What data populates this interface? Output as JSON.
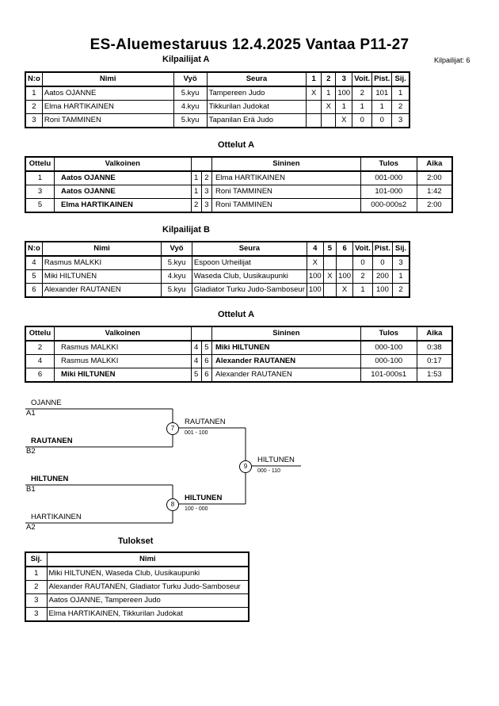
{
  "header": {
    "title": "ES-Aluemestaruus  12.4.2025  Vantaa   P11-27",
    "count": "Kilpailijat: 6"
  },
  "pool_a": {
    "title": "Kilpailijat A",
    "headers": [
      "N:o",
      "Nimi",
      "Vyö",
      "Seura",
      "1",
      "2",
      "3",
      "Voit.",
      "Pist.",
      "Sij."
    ],
    "rows": [
      [
        "1",
        "Aatos OJANNE",
        "5.kyu",
        "Tampereen Judo",
        "X",
        "1",
        "100",
        "2",
        "101",
        "1"
      ],
      [
        "2",
        "Elma HARTIKAINEN",
        "4.kyu",
        "Tikkurilan Judokat",
        "",
        "X",
        "1",
        "1",
        "1",
        "2"
      ],
      [
        "3",
        "Roni TAMMINEN",
        "5.kyu",
        "Tapanilan Erä Judo",
        "",
        "",
        "X",
        "0",
        "0",
        "3"
      ]
    ]
  },
  "matches_a": {
    "title": "Ottelut A",
    "headers": [
      "Ottelu",
      "Valkoinen",
      "Sininen",
      "Tulos",
      "Aika"
    ],
    "rows": [
      [
        "1",
        "Aatos OJANNE",
        "1",
        "2",
        "Elma HARTIKAINEN",
        "001-000",
        "2:00"
      ],
      [
        "3",
        "Aatos OJANNE",
        "1",
        "3",
        "Roni TAMMINEN",
        "101-000",
        "1:42"
      ],
      [
        "5",
        "Elma HARTIKAINEN",
        "2",
        "3",
        "Roni TAMMINEN",
        "000-000s2",
        "2:00"
      ]
    ]
  },
  "pool_b": {
    "title": "Kilpailijat B",
    "headers": [
      "N:o",
      "Nimi",
      "Vyö",
      "Seura",
      "4",
      "5",
      "6",
      "Voit.",
      "Pist.",
      "Sij."
    ],
    "rows": [
      [
        "4",
        "Rasmus MALKKI",
        "5.kyu",
        "Espoon Urheilijat",
        "X",
        "",
        "",
        "0",
        "0",
        "3"
      ],
      [
        "5",
        "Miki HILTUNEN",
        "4.kyu",
        "Waseda Club, Uusikaupunki",
        "100",
        "X",
        "100",
        "2",
        "200",
        "1"
      ],
      [
        "6",
        "Alexander RAUTANEN",
        "5.kyu",
        "Gladiator Turku Judo-Samboseur",
        "100",
        "",
        "X",
        "1",
        "100",
        "2"
      ]
    ]
  },
  "matches_b": {
    "title": "Ottelut A",
    "headers": [
      "Ottelu",
      "Valkoinen",
      "Sininen",
      "Tulos",
      "Aika"
    ],
    "rows": [
      [
        "2",
        "Rasmus MALKKI",
        "4",
        "5",
        "Miki HILTUNEN",
        "000-100",
        "0:38"
      ],
      [
        "4",
        "Rasmus MALKKI",
        "4",
        "6",
        "Alexander RAUTANEN",
        "000-100",
        "0:17"
      ],
      [
        "6",
        "Miki HILTUNEN",
        "5",
        "6",
        "Alexander RAUTANEN",
        "101-000s1",
        "1:53"
      ]
    ]
  },
  "bracket": {
    "a1_name": "OJANNE",
    "a1_seed": "A1",
    "b2_name": "RAUTANEN",
    "b2_seed": "B2",
    "b1_name": "HILTUNEN",
    "b1_seed": "B1",
    "a2_name": "HARTIKAINEN",
    "a2_seed": "A2",
    "m7_num": "7",
    "m7_winner": "RAUTANEN",
    "m7_score": "001 - 100",
    "m8_num": "8",
    "m8_winner": "HILTUNEN",
    "m8_score": "100 - 000",
    "m9_num": "9",
    "m9_winner": "HILTUNEN",
    "m9_score": "000 - 110"
  },
  "results": {
    "title": "Tulokset",
    "headers": [
      "Sij.",
      "Nimi"
    ],
    "rows": [
      [
        "1",
        "Miki HILTUNEN, Waseda Club, Uusikaupunki"
      ],
      [
        "2",
        "Alexander RAUTANEN, Gladiator Turku Judo-Samboseur"
      ],
      [
        "3",
        "Aatos OJANNE, Tampereen Judo"
      ],
      [
        "3",
        "Elma HARTIKAINEN, Tikkurilan Judokat"
      ]
    ]
  }
}
